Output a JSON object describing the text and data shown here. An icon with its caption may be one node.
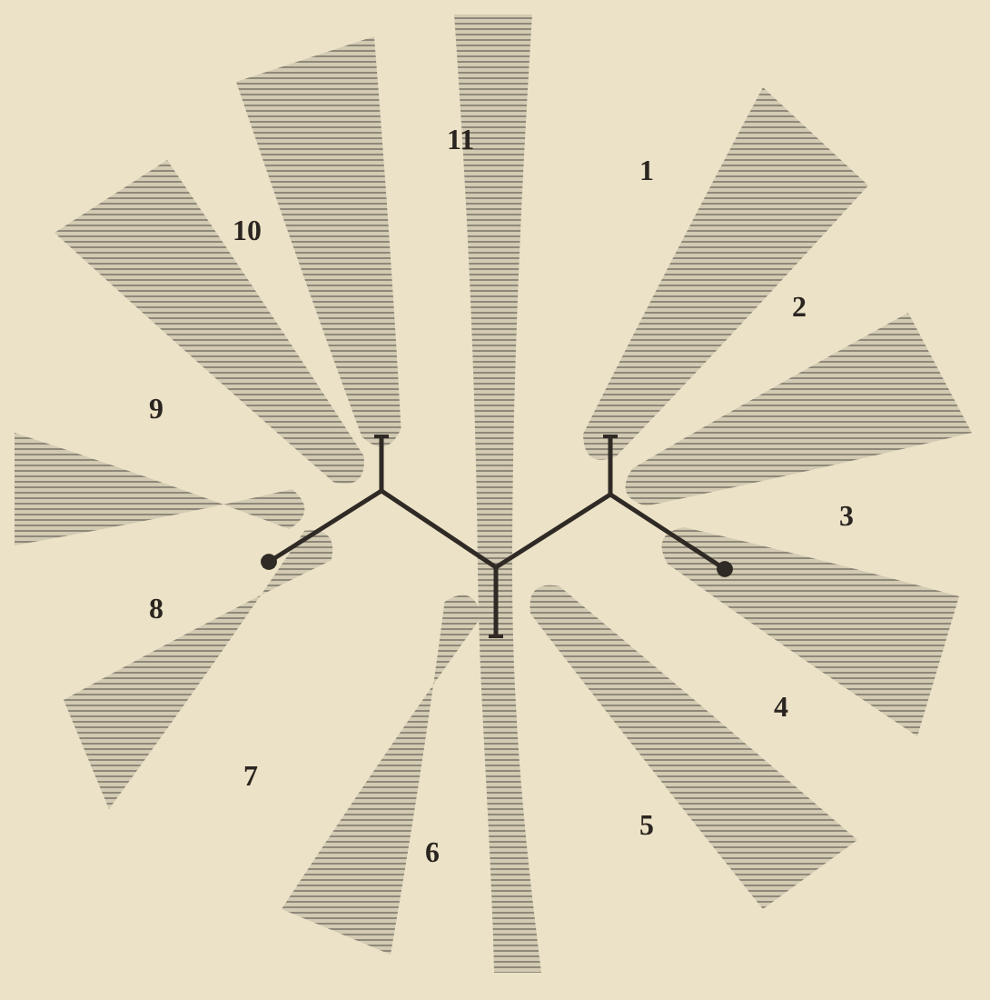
{
  "diagram": {
    "labels": [
      "11",
      "1",
      "10",
      "2",
      "9",
      "3",
      "8",
      "4",
      "7",
      "5",
      "6"
    ]
  }
}
